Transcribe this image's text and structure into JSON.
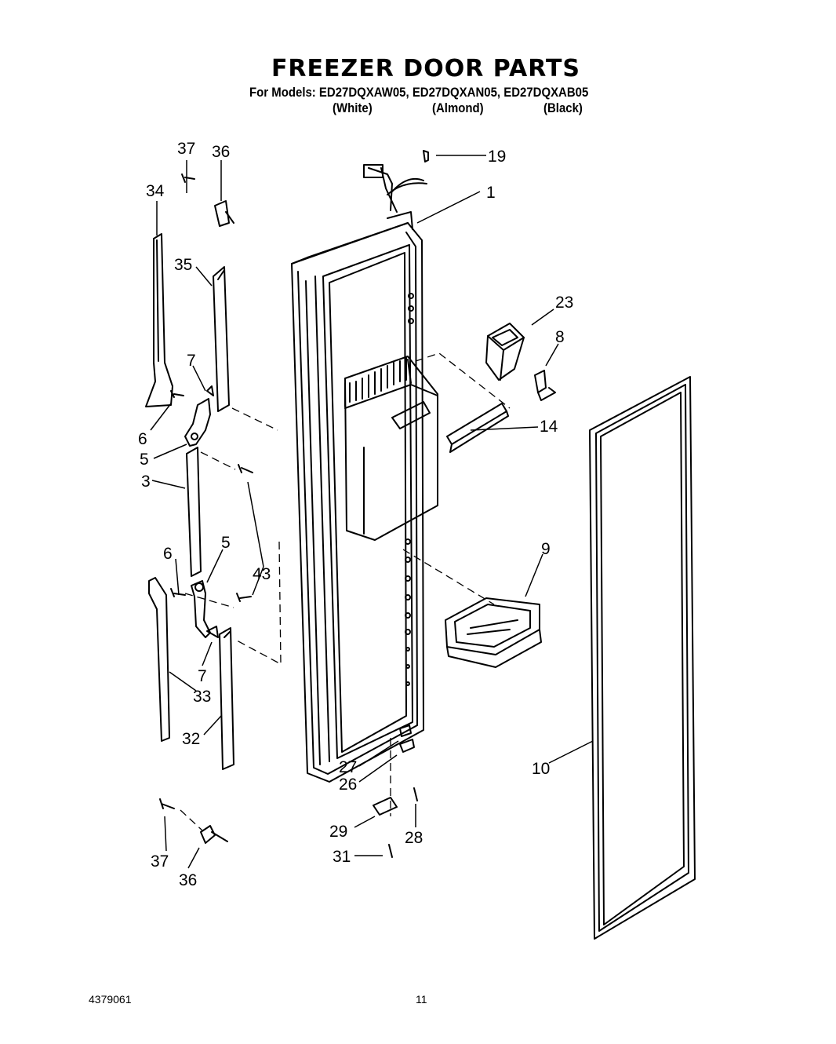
{
  "header": {
    "title": "FREEZER DOOR PARTS",
    "models_line": "For Models: ED27DQXAW05, ED27DQXAN05, ED27DQXAB05",
    "colors": [
      "(White)",
      "(Almond)",
      "(Black)"
    ]
  },
  "callouts": {
    "c37a": "37",
    "c36a": "36",
    "c34": "34",
    "c35": "35",
    "c7a": "7",
    "c6a": "6",
    "c5a": "5",
    "c3": "3",
    "c6b": "6",
    "c5b": "5",
    "c43": "43",
    "c7b": "7",
    "c33": "33",
    "c32": "32",
    "c37b": "37",
    "c36b": "36",
    "c19": "19",
    "c1": "1",
    "c23": "23",
    "c8": "8",
    "c14": "14",
    "c9": "9",
    "c10": "10",
    "c27": "27",
    "c26": "26",
    "c29": "29",
    "c28": "28",
    "c31": "31"
  },
  "footer": {
    "doc_number": "4379061",
    "page_number": "11"
  }
}
